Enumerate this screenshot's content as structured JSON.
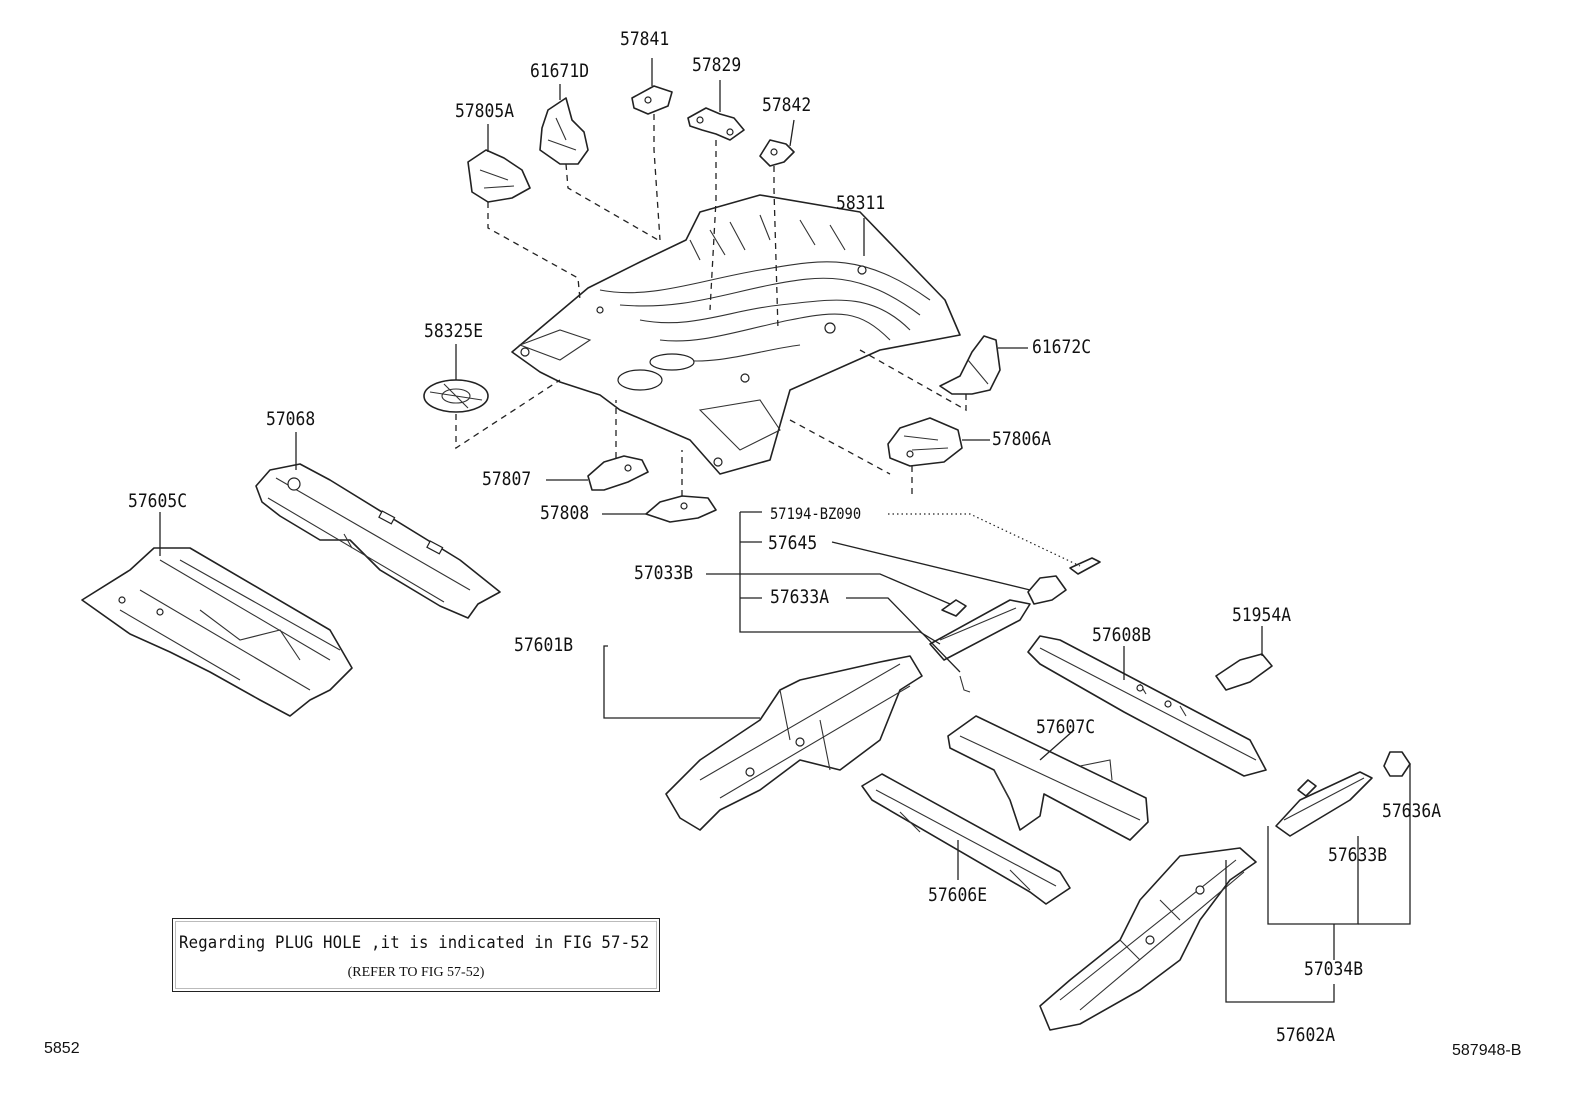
{
  "diagram": {
    "parts": {
      "p57841": "57841",
      "p61671D": "61671D",
      "p57829": "57829",
      "p57842": "57842",
      "p57805A": "57805A",
      "p58311": "58311",
      "p58325E": "58325E",
      "p61672C": "61672C",
      "p57068": "57068",
      "p57806A": "57806A",
      "p57605C": "57605C",
      "p57807": "57807",
      "p57808": "57808",
      "p57194": "57194-BZ090",
      "p57645": "57645",
      "p57033B": "57033B",
      "p57633A": "57633A",
      "p57601B": "57601B",
      "p57608B": "57608B",
      "p51954A": "51954A",
      "p57607C": "57607C",
      "p57636A": "57636A",
      "p57633B": "57633B",
      "p57606E": "57606E",
      "p57034B": "57034B",
      "p57602A": "57602A"
    },
    "note": {
      "line1": "Regarding PLUG HOLE ,it is indicated in FIG 57-52",
      "line2": "(REFER TO FIG 57-52)"
    },
    "corner_left": "5852",
    "corner_right": "587948-B"
  }
}
